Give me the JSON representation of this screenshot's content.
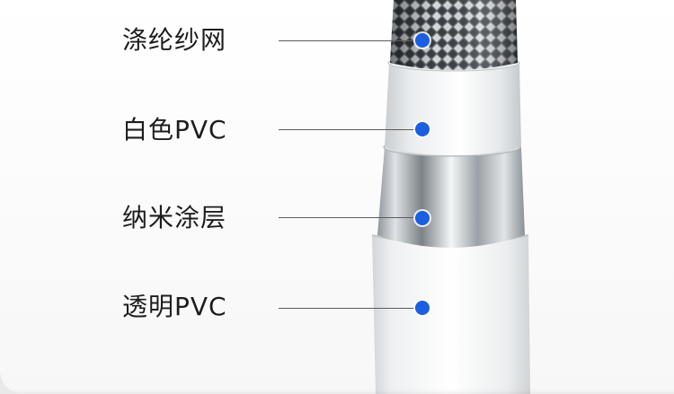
{
  "layers": [
    {
      "label": "涤纶纱网",
      "icon": "mesh-layer"
    },
    {
      "label": "白色PVC",
      "icon": "white-pvc-layer"
    },
    {
      "label": "纳米涂层",
      "icon": "nano-coating-layer"
    },
    {
      "label": "透明PVC",
      "icon": "clear-pvc-layer"
    }
  ],
  "colors": {
    "pointer": "#1a5fe0",
    "leader_line": "#5b5b5b",
    "label_text": "#1d1d1d"
  }
}
